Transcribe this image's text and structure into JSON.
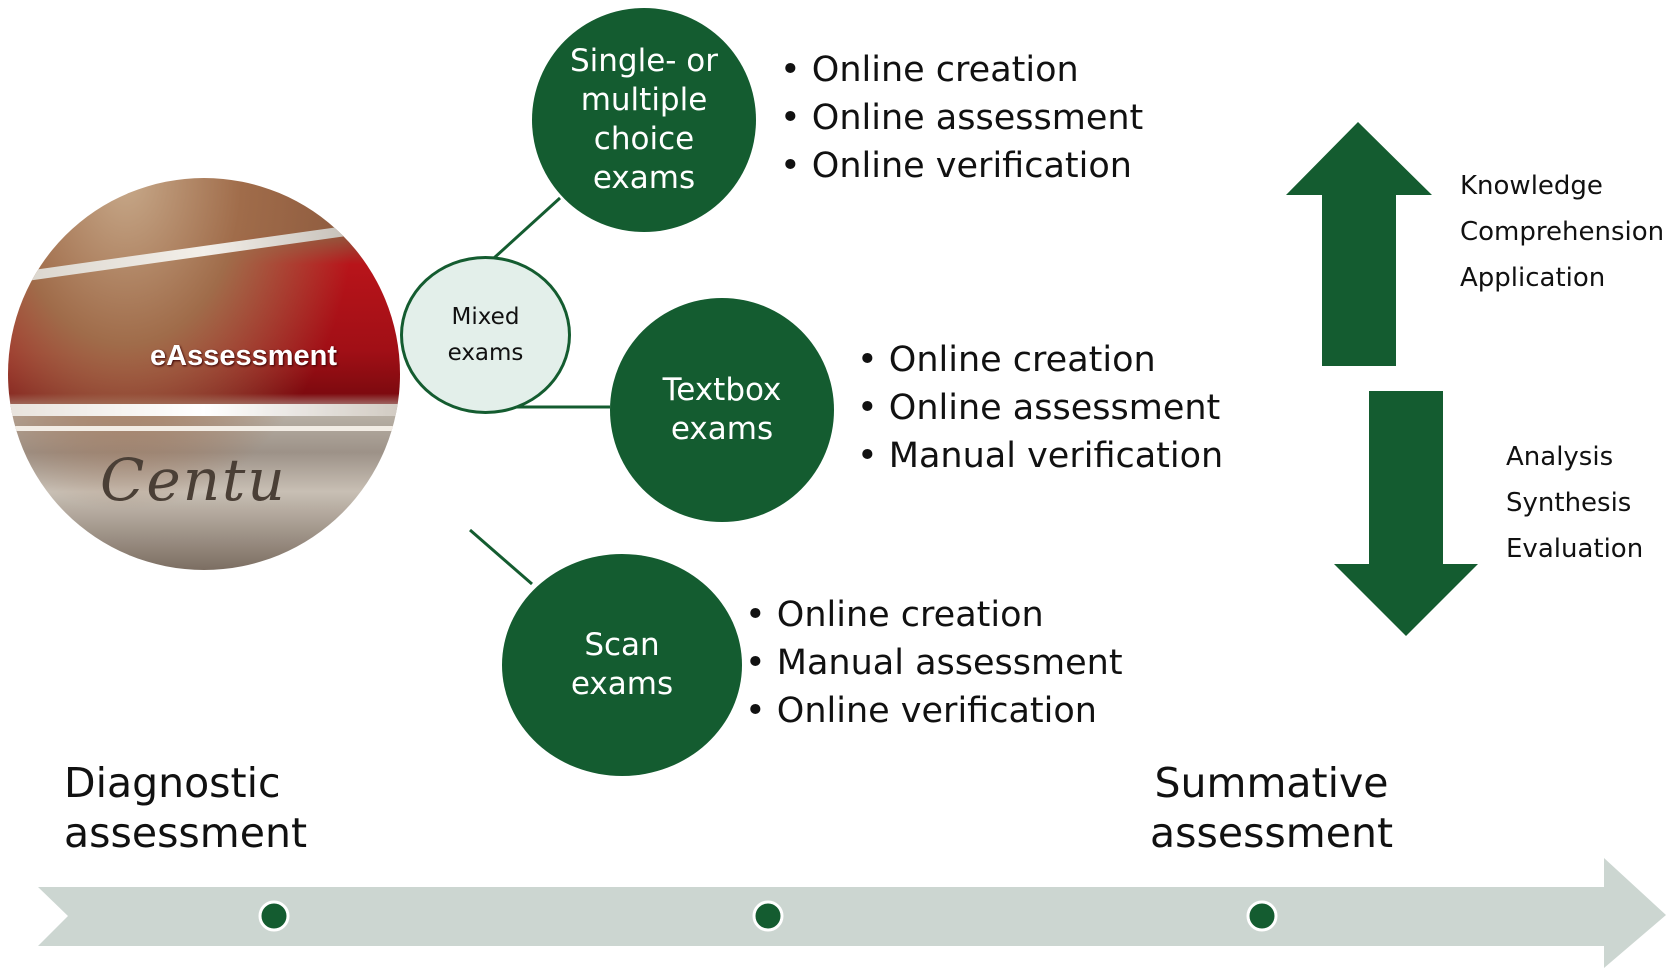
{
  "photo": {
    "label": "eAssessment",
    "caption_art": "Centu"
  },
  "mixed": {
    "label": "Mixed\nexams"
  },
  "nodes": [
    {
      "label": "Single- or\nmultiple\nchoice\nexams",
      "bullets": [
        "Online creation",
        "Online assessment",
        "Online verification"
      ]
    },
    {
      "label": "Textbox\nexams",
      "bullets": [
        "Online creation",
        "Online assessment",
        "Manual verification"
      ]
    },
    {
      "label": "Scan\nexams",
      "bullets": [
        "Online creation",
        "Manual assessment",
        "Online verification"
      ]
    }
  ],
  "bloom": {
    "up": [
      "Knowledge",
      "Comprehension",
      "Application"
    ],
    "down": [
      "Analysis",
      "Synthesis",
      "Evaluation"
    ]
  },
  "timeline": {
    "start_label": "Diagnostic\nassessment",
    "end_label": "Summative\nassessment",
    "markers": 3
  },
  "colors": {
    "primary": "#145c30",
    "mixed_fill": "#e3efea",
    "timeline": "#ccd6d1"
  }
}
